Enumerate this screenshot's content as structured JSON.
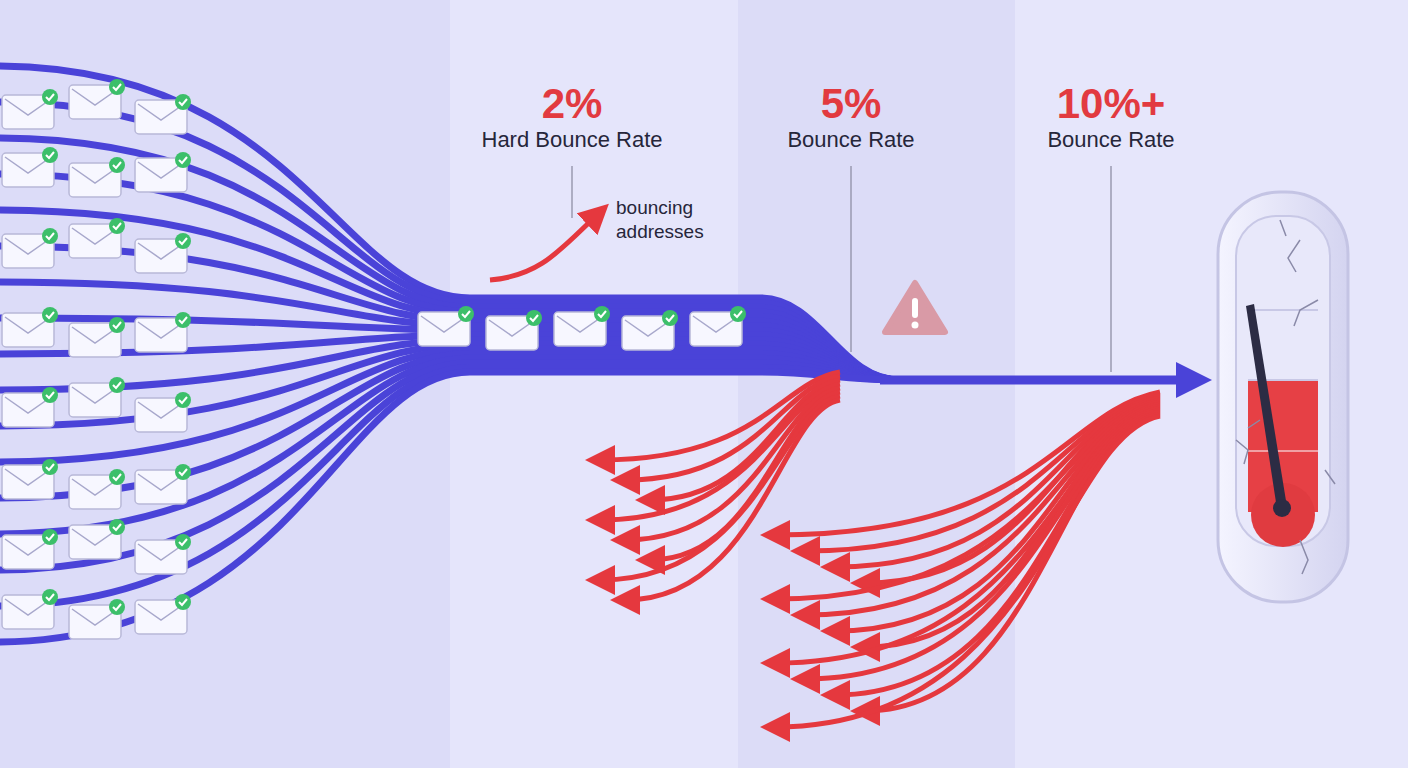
{
  "diagram": {
    "labels": [
      "2%",
      "Hard Bounce Rate",
      "bouncing addresses",
      "5%",
      "Bounce Rate",
      "10%+",
      "Bounce Rate"
    ]
  }
}
